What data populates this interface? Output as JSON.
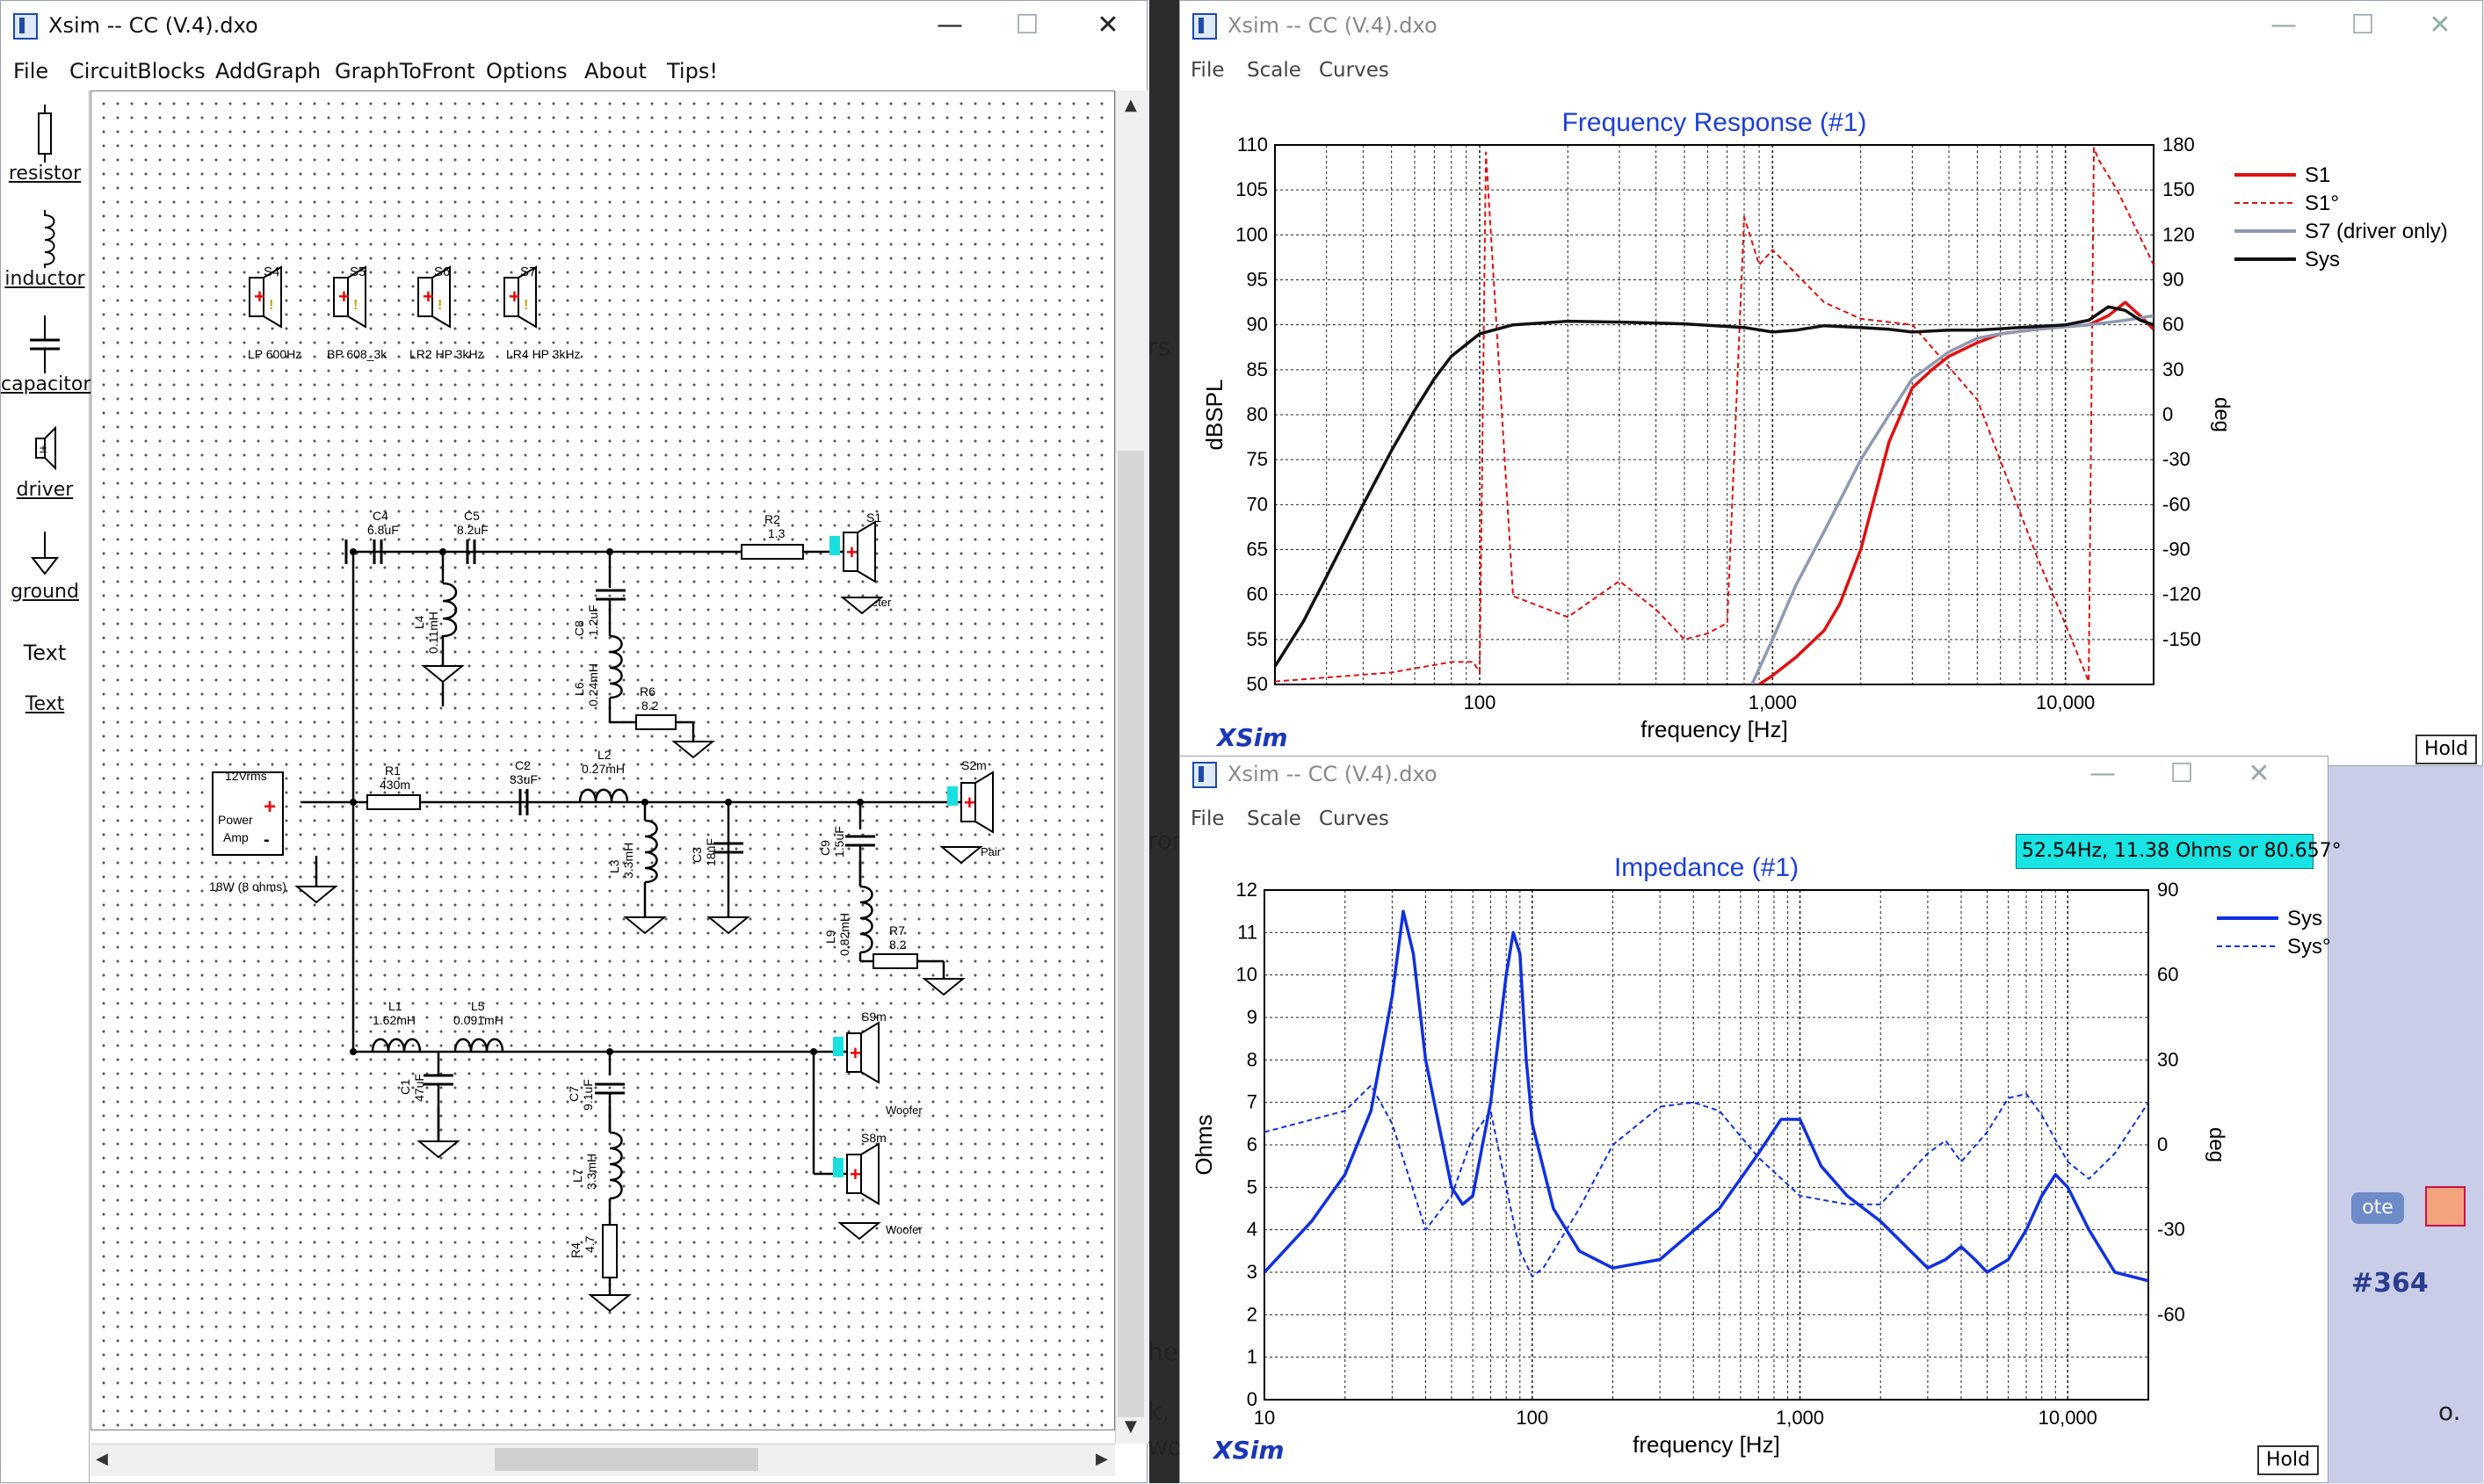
{
  "background": {
    "fragments": [
      "rs",
      "ror",
      "he",
      "k,",
      "wo",
      "o."
    ],
    "vote_label": "ote",
    "post_number": "#364"
  },
  "circuit_window": {
    "title": "Xsim -- CC (V.4).dxo",
    "menu": [
      "File",
      "CircuitBlocks",
      "AddGraph",
      "GraphToFront",
      "Options",
      "About",
      "Tips!"
    ],
    "tools": [
      {
        "label": "resistor",
        "icon": "resistor-icon"
      },
      {
        "label": "inductor",
        "icon": "inductor-icon"
      },
      {
        "label": "capacitor",
        "icon": "capacitor-icon"
      },
      {
        "label": "driver",
        "icon": "driver-icon"
      },
      {
        "label": "ground",
        "icon": "ground-icon"
      },
      {
        "label": "Text",
        "icon": "text-tool"
      },
      {
        "label": "Text",
        "icon": "text-link"
      }
    ],
    "top_drivers": [
      {
        "ref": "S4",
        "label": "LP 600Hz"
      },
      {
        "ref": "S5",
        "label": "BP 608_3k"
      },
      {
        "ref": "S6",
        "label": "LR2 HP 3kHz"
      },
      {
        "ref": "S7",
        "label": "LR4 HP 3kHz"
      }
    ],
    "components": {
      "c4": {
        "ref": "C4",
        "val": "6.8uF"
      },
      "c5": {
        "ref": "C5",
        "val": "8.2uF"
      },
      "r2": {
        "ref": "R2",
        "val": "1.3"
      },
      "s1": {
        "ref": "S1",
        "val": "Tweeter"
      },
      "l4": {
        "ref": "L4",
        "val": "0.11mH"
      },
      "c8": {
        "ref": "C8",
        "val": "1.2uF"
      },
      "l6": {
        "ref": "L6",
        "val": "0.24mH"
      },
      "r6": {
        "ref": "R6",
        "val": "8.2"
      },
      "amp": {
        "ref": "12Vrms",
        "name1": "Power",
        "name2": "Amp",
        "note": "18W (8 ohms)"
      },
      "r1": {
        "ref": "R1",
        "val": "430m"
      },
      "c2": {
        "ref": "C2",
        "val": "33uF"
      },
      "l2": {
        "ref": "L2",
        "val": "0.27mH"
      },
      "s2m": {
        "ref": "S2m",
        "val": "Pair"
      },
      "l3": {
        "ref": "L3",
        "val": "3.3mH"
      },
      "c3": {
        "ref": "C3",
        "val": "18uF"
      },
      "c9": {
        "ref": "C9",
        "val": "1.5uF"
      },
      "l9": {
        "ref": "L9",
        "val": "0.82mH"
      },
      "r7": {
        "ref": "R7",
        "val": "8.2"
      },
      "l1": {
        "ref": "L1",
        "val": "1.62mH"
      },
      "l5": {
        "ref": "L5",
        "val": "0.091mH"
      },
      "s9m": {
        "ref": "S9m",
        "val": "Woofer"
      },
      "c1": {
        "ref": "C1",
        "val": "47uF"
      },
      "c7": {
        "ref": "C7",
        "val": "9.1uF"
      },
      "s8m": {
        "ref": "S8m",
        "val": "Woofer"
      },
      "l7": {
        "ref": "L7",
        "val": "3.3mH"
      },
      "r4": {
        "ref": "R4",
        "val": "4.7"
      }
    }
  },
  "freq_window": {
    "title": "Xsim -- CC (V.4).dxo",
    "menu": [
      "File",
      "Scale",
      "Curves"
    ],
    "hold_label": "Hold",
    "logo": "XSim",
    "chart_data": {
      "type": "line",
      "title": "Frequency Response (#1)",
      "xlabel": "frequency [Hz]",
      "ylabel": "dBSPL",
      "ylabel_right": "deg",
      "x_scale": "log",
      "xlim": [
        20,
        20000
      ],
      "ylim": [
        50,
        110
      ],
      "ylim_right": [
        -180,
        180
      ],
      "x_ticks": [
        "100",
        "1,000",
        "10,000"
      ],
      "y_ticks": [
        "110",
        "105",
        "100",
        "95",
        "90",
        "85",
        "80",
        "75",
        "70",
        "65",
        "60",
        "55",
        "50"
      ],
      "y_right_ticks": [
        "180",
        "150",
        "120",
        "90",
        "60",
        "30",
        "0",
        "-30",
        "-60",
        "-90",
        "-120",
        "-150"
      ],
      "grid": true,
      "legend_position": "right",
      "series": [
        {
          "name": "S1",
          "color": "#e01010",
          "dash": false,
          "axis": "left",
          "x": [
            900,
            1000,
            1200,
            1500,
            1700,
            2000,
            2500,
            3000,
            3500,
            4000,
            5000,
            6000,
            8000,
            10000,
            12000,
            14000,
            16000,
            18000,
            20000
          ],
          "y": [
            50,
            51,
            53,
            56,
            59,
            65,
            77,
            83,
            85,
            86.5,
            88,
            89,
            89.5,
            89.8,
            90,
            91,
            92.5,
            91,
            89.5
          ]
        },
        {
          "name": "S1°",
          "color": "#e01010",
          "dash": true,
          "axis": "right",
          "x": [
            20,
            50,
            80,
            95,
            100,
            105,
            130,
            200,
            300,
            400,
            500,
            600,
            700,
            800,
            900,
            1000,
            1500,
            2000,
            3000,
            5000,
            8000,
            10000,
            12000,
            12500,
            13000,
            15000,
            20000
          ],
          "y": [
            -178,
            -172,
            -165,
            -165,
            -172,
            175,
            -121,
            -135,
            -111,
            -130,
            -150,
            -146,
            -139,
            132,
            100,
            110,
            75,
            64,
            60,
            10,
            -95,
            -140,
            -178,
            178,
            170,
            150,
            100
          ]
        },
        {
          "name": "S7 (driver only)",
          "color": "#8e99b3",
          "dash": false,
          "axis": "left",
          "x": [
            850,
            1000,
            1200,
            1500,
            2000,
            2500,
            3000,
            4000,
            5000,
            6000,
            8000,
            10000,
            12000,
            16000,
            20000
          ],
          "y": [
            50,
            55,
            61,
            67,
            75,
            80,
            84,
            87,
            88.5,
            89,
            89.5,
            89.8,
            90,
            90.5,
            91
          ]
        },
        {
          "name": "Sys",
          "color": "#111111",
          "dash": false,
          "axis": "left",
          "x": [
            20,
            25,
            30,
            40,
            50,
            60,
            70,
            80,
            100,
            130,
            200,
            300,
            500,
            800,
            1000,
            1200,
            1500,
            2000,
            2500,
            3000,
            4000,
            5000,
            7000,
            10000,
            12000,
            14000,
            16000,
            18000,
            20000
          ],
          "y": [
            52,
            57,
            62,
            70,
            76,
            80.5,
            84,
            86.5,
            89,
            90,
            90.4,
            90.3,
            90.1,
            89.7,
            89.2,
            89.4,
            89.9,
            89.7,
            89.5,
            89.2,
            89.4,
            89.4,
            89.7,
            90,
            90.5,
            92,
            91.6,
            90.5,
            90
          ]
        }
      ]
    }
  },
  "imp_window": {
    "title": "Xsim -- CC (V.4).dxo",
    "menu": [
      "File",
      "Scale",
      "Curves"
    ],
    "hold_label": "Hold",
    "logo": "XSim",
    "cursor_readout": "52.54Hz, 11.38 Ohms or 80.657°",
    "chart_data": {
      "type": "line",
      "title": "Impedance (#1)",
      "xlabel": "frequency [Hz]",
      "ylabel": "Ohms",
      "ylabel_right": "deg",
      "x_scale": "log",
      "xlim": [
        10,
        20000
      ],
      "ylim": [
        0,
        12
      ],
      "ylim_right": [
        -90,
        90
      ],
      "x_ticks": [
        "10",
        "100",
        "1,000",
        "10,000"
      ],
      "y_ticks": [
        "12",
        "11",
        "10",
        "9",
        "8",
        "7",
        "6",
        "5",
        "4",
        "3",
        "2",
        "1",
        "0"
      ],
      "y_right_ticks": [
        "90",
        "60",
        "30",
        "0",
        "-30",
        "-60"
      ],
      "grid": true,
      "legend_position": "right",
      "series": [
        {
          "name": "Sys",
          "color": "#1030e0",
          "dash": false,
          "axis": "left",
          "x": [
            10,
            15,
            20,
            25,
            30,
            33,
            36,
            40,
            50,
            55,
            60,
            70,
            80,
            85,
            90,
            95,
            100,
            120,
            150,
            200,
            300,
            500,
            700,
            850,
            1000,
            1200,
            1500,
            2000,
            3000,
            3500,
            4000,
            4500,
            5000,
            6000,
            7000,
            8000,
            9000,
            10000,
            12000,
            15000,
            20000
          ],
          "y": [
            3,
            4.2,
            5.3,
            6.8,
            9.5,
            11.5,
            10.5,
            8,
            5,
            4.6,
            4.8,
            7,
            10,
            11,
            10.5,
            8,
            6.5,
            4.5,
            3.5,
            3.1,
            3.3,
            4.5,
            5.8,
            6.6,
            6.6,
            5.5,
            4.8,
            4.2,
            3.1,
            3.3,
            3.6,
            3.3,
            3,
            3.3,
            4,
            4.8,
            5.3,
            5,
            4,
            3,
            2.8
          ]
        },
        {
          "name": "Sys°",
          "color": "#1030e0",
          "dash": true,
          "axis": "left",
          "x": [
            10,
            20,
            25,
            30,
            40,
            50,
            60,
            70,
            80,
            90,
            100,
            110,
            150,
            200,
            300,
            400,
            500,
            700,
            1000,
            1500,
            2000,
            3000,
            3500,
            4000,
            5000,
            6000,
            7000,
            8000,
            10000,
            12000,
            15000,
            20000
          ],
          "y": [
            6.3,
            6.8,
            7.4,
            6.5,
            4,
            4.8,
            6.2,
            6.8,
            5,
            3.5,
            2.9,
            3.1,
            4.5,
            6,
            6.9,
            7,
            6.8,
            5.7,
            4.8,
            4.6,
            4.6,
            5.8,
            6.1,
            5.6,
            6.3,
            7.1,
            7.2,
            6.7,
            5.6,
            5.2,
            5.8,
            7
          ]
        }
      ]
    }
  }
}
